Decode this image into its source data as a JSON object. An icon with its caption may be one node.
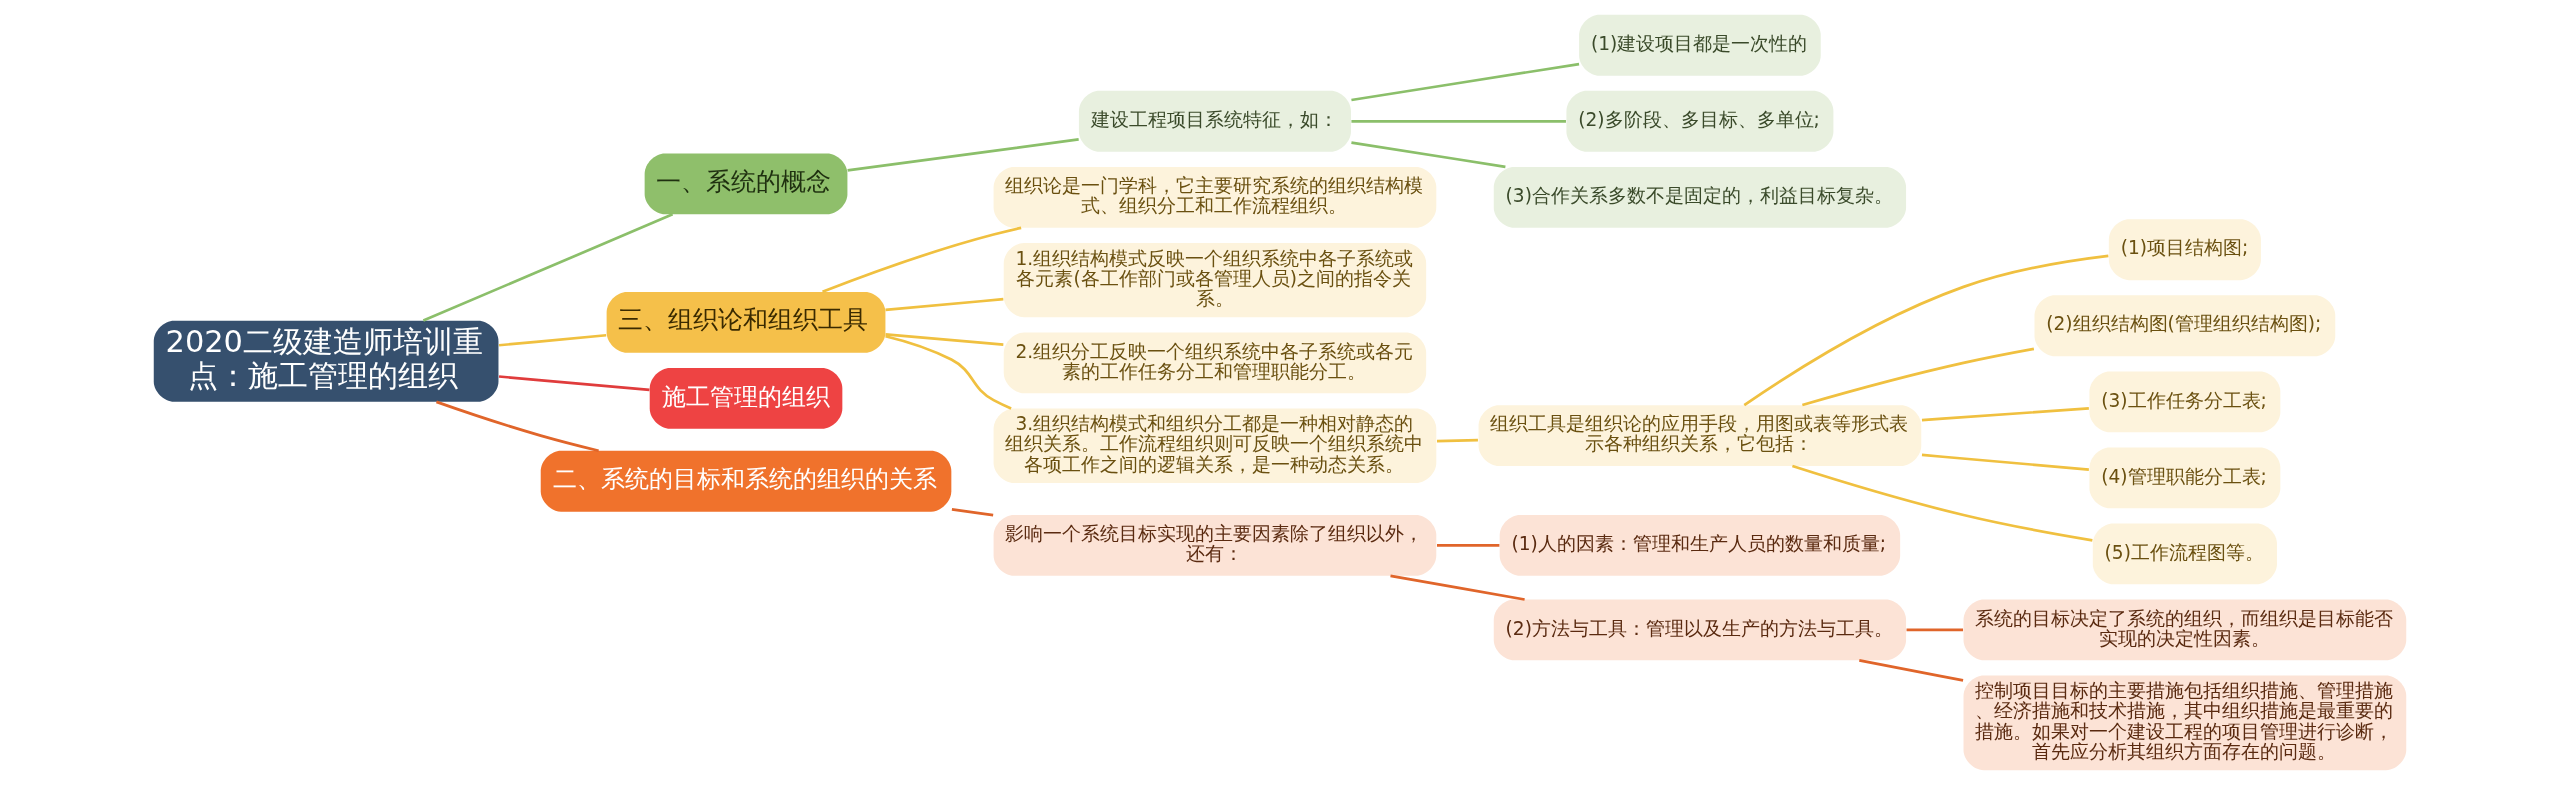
{
  "diagram": {
    "nodes": [
      {
        "text": [
          "2020二级建造师培训重点：施工管理的组织"
        ]
      },
      {
        "text": [
          "一、系统的概念"
        ]
      },
      {
        "text": [
          "建设工程项目系统特征，如："
        ]
      },
      {
        "text": [
          "(1)建设项目都是一次性的"
        ]
      },
      {
        "text": [
          "(2)多阶段、多目标、多单位;"
        ]
      },
      {
        "text": [
          "(3)合作关系多数不是固定的，利益目标复杂。"
        ]
      },
      {
        "text": [
          "三、组织论和组织工具"
        ]
      },
      {
        "text": [
          "组织论是一门学科，它主要研究系统的组织结构模式、组织分工和工作流程组织。"
        ]
      },
      {
        "text": [
          "1.组织结构模式反映一个组织系统中各子系统或各元素(各工作部门或各管理人员)之间的指令关系。"
        ]
      },
      {
        "text": [
          "2.组织分工反映一个组织系统中各子系统或各元素的工作任务分工和管理职能分工。"
        ]
      },
      {
        "text": [
          "3.组织结构模式和组织分工都是一种相对静态的组织关系。工作流程组织则可反映一个组织系统中各项工作之间的逻辑关系，是一种动态关系。"
        ]
      },
      {
        "text": [
          "组织工具是组织论的应用手段，用图或表等形式表示各种组织关系，它包括："
        ]
      },
      {
        "text": [
          "(1)项目结构图;"
        ]
      },
      {
        "text": [
          "(2)组织结构图(管理组织结构图);"
        ]
      },
      {
        "text": [
          "(3)工作任务分工表;"
        ]
      },
      {
        "text": [
          "(4)管理职能分工表;"
        ]
      },
      {
        "text": [
          "(5)工作流程图等。"
        ]
      },
      {
        "text": [
          "施工管理的组织"
        ]
      },
      {
        "text": [
          "二、系统的目标和系统的组织的关系"
        ]
      },
      {
        "text": [
          "影响一个系统目标实现的主要因素除了组织以外，还有："
        ]
      },
      {
        "text": [
          "(1)人的因素：管理和生产人员的数量和质量;"
        ]
      },
      {
        "text": [
          "(2)方法与工具：管理以及生产的方法与工具。"
        ]
      },
      {
        "text": [
          "系统的目标决定了系统的组织，而组织是目标能否实现的决定性因素。"
        ]
      },
      {
        "text": [
          "控制项目目标的主要措施包括组织措施、管理措施、经济措施和技术措施，其中组织措施是最重要的措施。如果对一个建设工程的项目管理进行诊断，首先应分析其组织方面存在的问题。"
        ]
      }
    ],
    "edges": [
      {
        "from": 0,
        "to": 1,
        "arrow": "none",
        "color": "#8bbf6a"
      },
      {
        "from": 1,
        "to": 2,
        "arrow": "none",
        "color": "#8bbf6a"
      },
      {
        "from": 2,
        "to": 3,
        "arrow": "none",
        "color": "#8bbf6a"
      },
      {
        "from": 2,
        "to": 4,
        "arrow": "none",
        "color": "#8bbf6a"
      },
      {
        "from": 2,
        "to": 5,
        "arrow": "none",
        "color": "#8bbf6a"
      },
      {
        "from": 0,
        "to": 6,
        "arrow": "none"
      },
      {
        "from": 6,
        "to": 7,
        "arrow": "none"
      },
      {
        "from": 6,
        "to": 8,
        "arrow": "none"
      },
      {
        "from": 6,
        "to": 9,
        "arrow": "none"
      },
      {
        "from": 6,
        "to": 10,
        "arrow": "none"
      },
      {
        "from": 10,
        "to": 11,
        "arrow": "none"
      },
      {
        "from": 11,
        "to": 12,
        "arrow": "none"
      },
      {
        "from": 11,
        "to": 13,
        "arrow": "none"
      },
      {
        "from": 11,
        "to": 14,
        "arrow": "none"
      },
      {
        "from": 11,
        "to": 15,
        "arrow": "none"
      },
      {
        "from": 11,
        "to": 16,
        "arrow": "none"
      },
      {
        "from": 0,
        "to": 17,
        "arrow": "none",
        "color": "#e03c3c"
      },
      {
        "from": 0,
        "to": 18,
        "arrow": "none",
        "color": "#e0652a"
      },
      {
        "from": 18,
        "to": 19,
        "arrow": "none",
        "color": "#e0652a"
      },
      {
        "from": 19,
        "to": 20,
        "arrow": "none",
        "color": "#e0652a"
      },
      {
        "from": 19,
        "to": 21,
        "arrow": "none",
        "color": "#e0652a"
      },
      {
        "from": 21,
        "to": 22,
        "arrow": "none",
        "color": "#e0652a"
      },
      {
        "from": 21,
        "to": 23,
        "arrow": "none",
        "color": "#e0652a"
      }
    ]
  }
}
